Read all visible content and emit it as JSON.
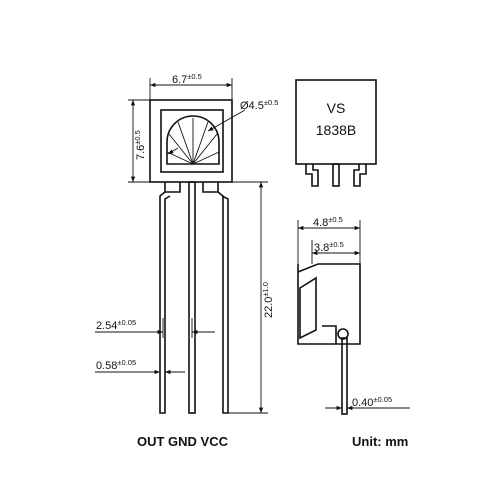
{
  "component": {
    "marking_line1": "VS",
    "marking_line2": "1838B"
  },
  "dimensions": {
    "body_width": "6.7",
    "body_width_tol": "±0.5",
    "body_height": "7.6",
    "body_height_tol": "±0.5",
    "lens_diameter": "Ø4.5",
    "lens_diameter_tol": "±0.5",
    "lead_length": "22.0",
    "lead_length_tol": "±1.0",
    "lead_pitch": "2.54",
    "lead_pitch_tol": "±0.05",
    "lead_width": "0.58",
    "lead_width_tol": "±0.05",
    "side_depth_outer": "4.8",
    "side_depth_outer_tol": "±0.5",
    "side_depth_inner": "3.8",
    "side_depth_inner_tol": "±0.5",
    "lead_thickness": "0.40",
    "lead_thickness_tol": "±0.05"
  },
  "pins_label": "OUT GND VCC",
  "unit_label": "Unit: mm"
}
